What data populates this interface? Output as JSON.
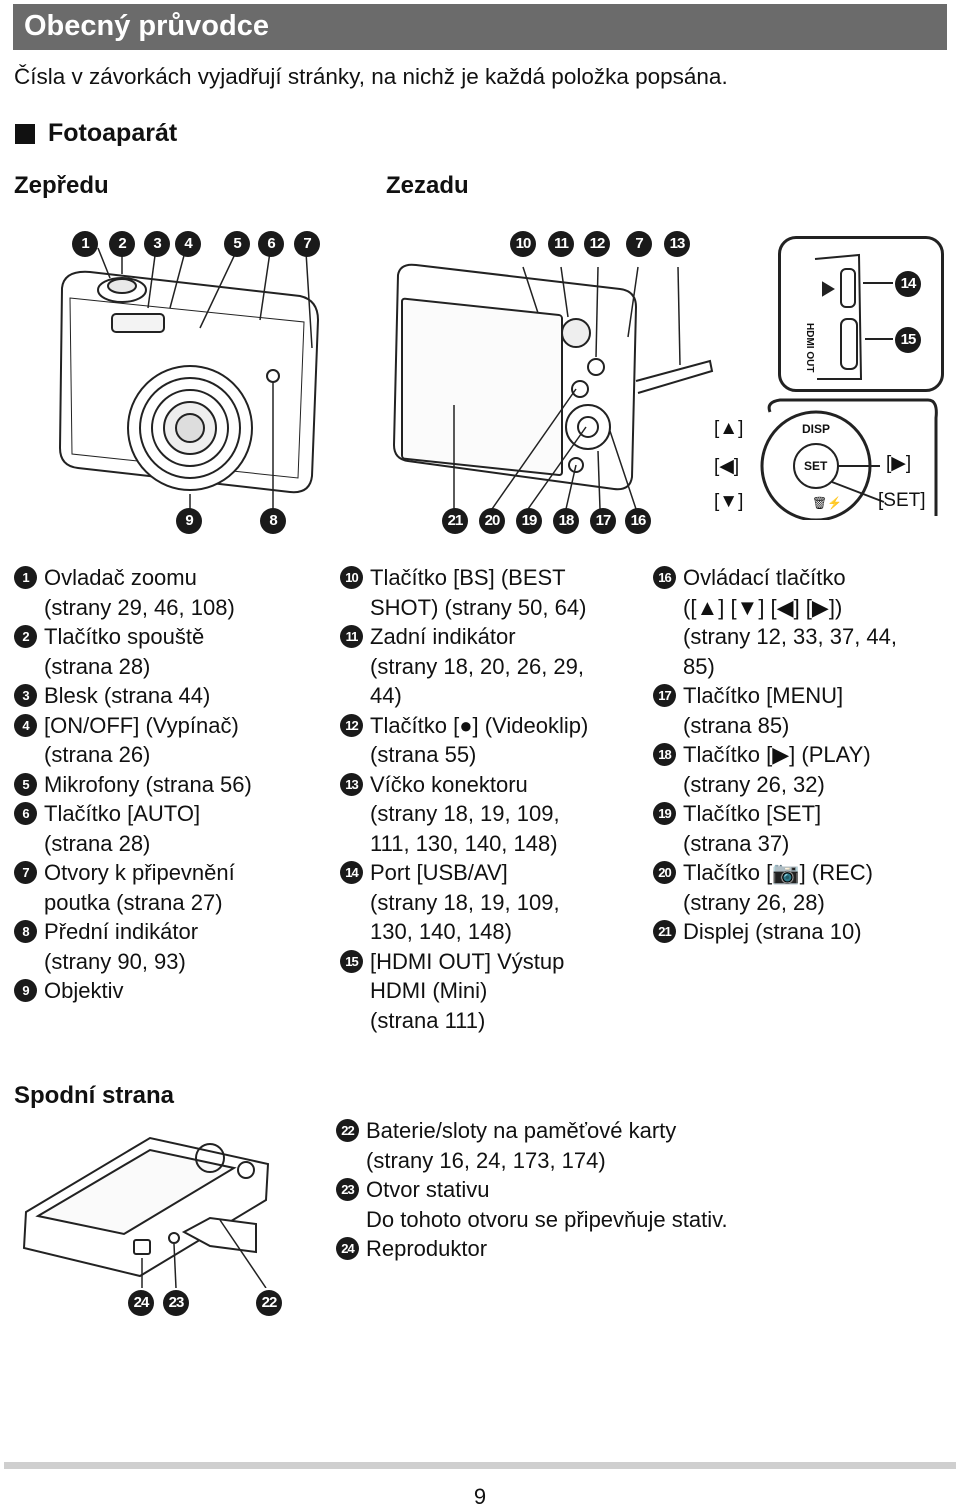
{
  "header": {
    "title": "Obecný průvodce"
  },
  "intro": "Čísla v závorkách vyjadřují stránky, na nichž je každá položka popsána.",
  "section": {
    "title": "Fotoaparát"
  },
  "views": {
    "front": "Zepředu",
    "back": "Zezadu",
    "bottom": "Spodní strana"
  },
  "callouts": {
    "front_top": [
      "1",
      "2",
      "3",
      "4",
      "5",
      "6",
      "7"
    ],
    "front_bottom": [
      "9",
      "8"
    ],
    "back_top": [
      "10",
      "11",
      "12",
      "7",
      "13"
    ],
    "back_bottom": [
      "21",
      "20",
      "19",
      "18",
      "17",
      "16"
    ],
    "port": [
      "14",
      "15"
    ],
    "bottom": [
      "24",
      "23",
      "22"
    ]
  },
  "port_panel": {
    "label": "HDMI OUT"
  },
  "control_panel": {
    "up": "[▲]",
    "left": "[◀]",
    "down": "[▼]",
    "right": "[▶]",
    "set_bracket": "[SET]",
    "disp": "DISP",
    "set": "SET"
  },
  "columns": {
    "left": [
      {
        "n": "1",
        "lines": [
          "Ovladač zoomu",
          "(strany 29, 46, 108)"
        ]
      },
      {
        "n": "2",
        "lines": [
          "Tlačítko spouště",
          "(strana 28)"
        ]
      },
      {
        "n": "3",
        "lines": [
          "Blesk (strana 44)"
        ]
      },
      {
        "n": "4",
        "lines": [
          "[ON/OFF] (Vypínač)",
          "(strana 26)"
        ]
      },
      {
        "n": "5",
        "lines": [
          "Mikrofony (strana 56)"
        ]
      },
      {
        "n": "6",
        "lines": [
          "Tlačítko [AUTO]",
          "(strana 28)"
        ]
      },
      {
        "n": "7",
        "lines": [
          "Otvory k připevnění",
          "poutka (strana 27)"
        ]
      },
      {
        "n": "8",
        "lines": [
          "Přední indikátor",
          "(strany 90, 93)"
        ]
      },
      {
        "n": "9",
        "lines": [
          "Objektiv"
        ]
      }
    ],
    "middle": [
      {
        "n": "10",
        "lines": [
          "Tlačítko [BS] (BEST",
          "SHOT) (strany 50, 64)"
        ]
      },
      {
        "n": "11",
        "lines": [
          "Zadní indikátor",
          "(strany 18, 20, 26, 29,",
          "44)"
        ]
      },
      {
        "n": "12",
        "lines": [
          "Tlačítko [●] (Videoklip)",
          "(strana 55)"
        ]
      },
      {
        "n": "13",
        "lines": [
          "Víčko konektoru",
          "(strany 18, 19, 109,",
          "111, 130, 140, 148)"
        ]
      },
      {
        "n": "14",
        "lines": [
          "Port [USB/AV]",
          "(strany 18, 19, 109,",
          "130, 140, 148)"
        ]
      },
      {
        "n": "15",
        "lines": [
          "[HDMI OUT] Výstup",
          "HDMI (Mini)",
          "(strana 111)"
        ]
      }
    ],
    "right": [
      {
        "n": "16",
        "lines": [
          "Ovládací tlačítko",
          "([▲] [▼] [◀] [▶])",
          "(strany 12, 33, 37, 44,",
          "85)"
        ]
      },
      {
        "n": "17",
        "lines": [
          "Tlačítko [MENU]",
          "(strana 85)"
        ]
      },
      {
        "n": "18",
        "lines": [
          "Tlačítko [▶] (PLAY)",
          "(strany 26, 32)"
        ]
      },
      {
        "n": "19",
        "lines": [
          "Tlačítko [SET]",
          "(strana 37)"
        ]
      },
      {
        "n": "20",
        "lines": [
          "Tlačítko [📷] (REC)",
          "(strany 26, 28)"
        ]
      },
      {
        "n": "21",
        "lines": [
          "Displej (strana 10)"
        ]
      }
    ],
    "bottom": [
      {
        "n": "22",
        "lines": [
          "Baterie/sloty na paměťové karty",
          "(strany 16, 24, 173, 174)"
        ]
      },
      {
        "n": "23",
        "lines": [
          "Otvor stativu",
          "Do tohoto otvoru se připevňuje stativ."
        ]
      },
      {
        "n": "24",
        "lines": [
          "Reproduktor"
        ]
      }
    ]
  },
  "footer": {
    "page": "9"
  }
}
